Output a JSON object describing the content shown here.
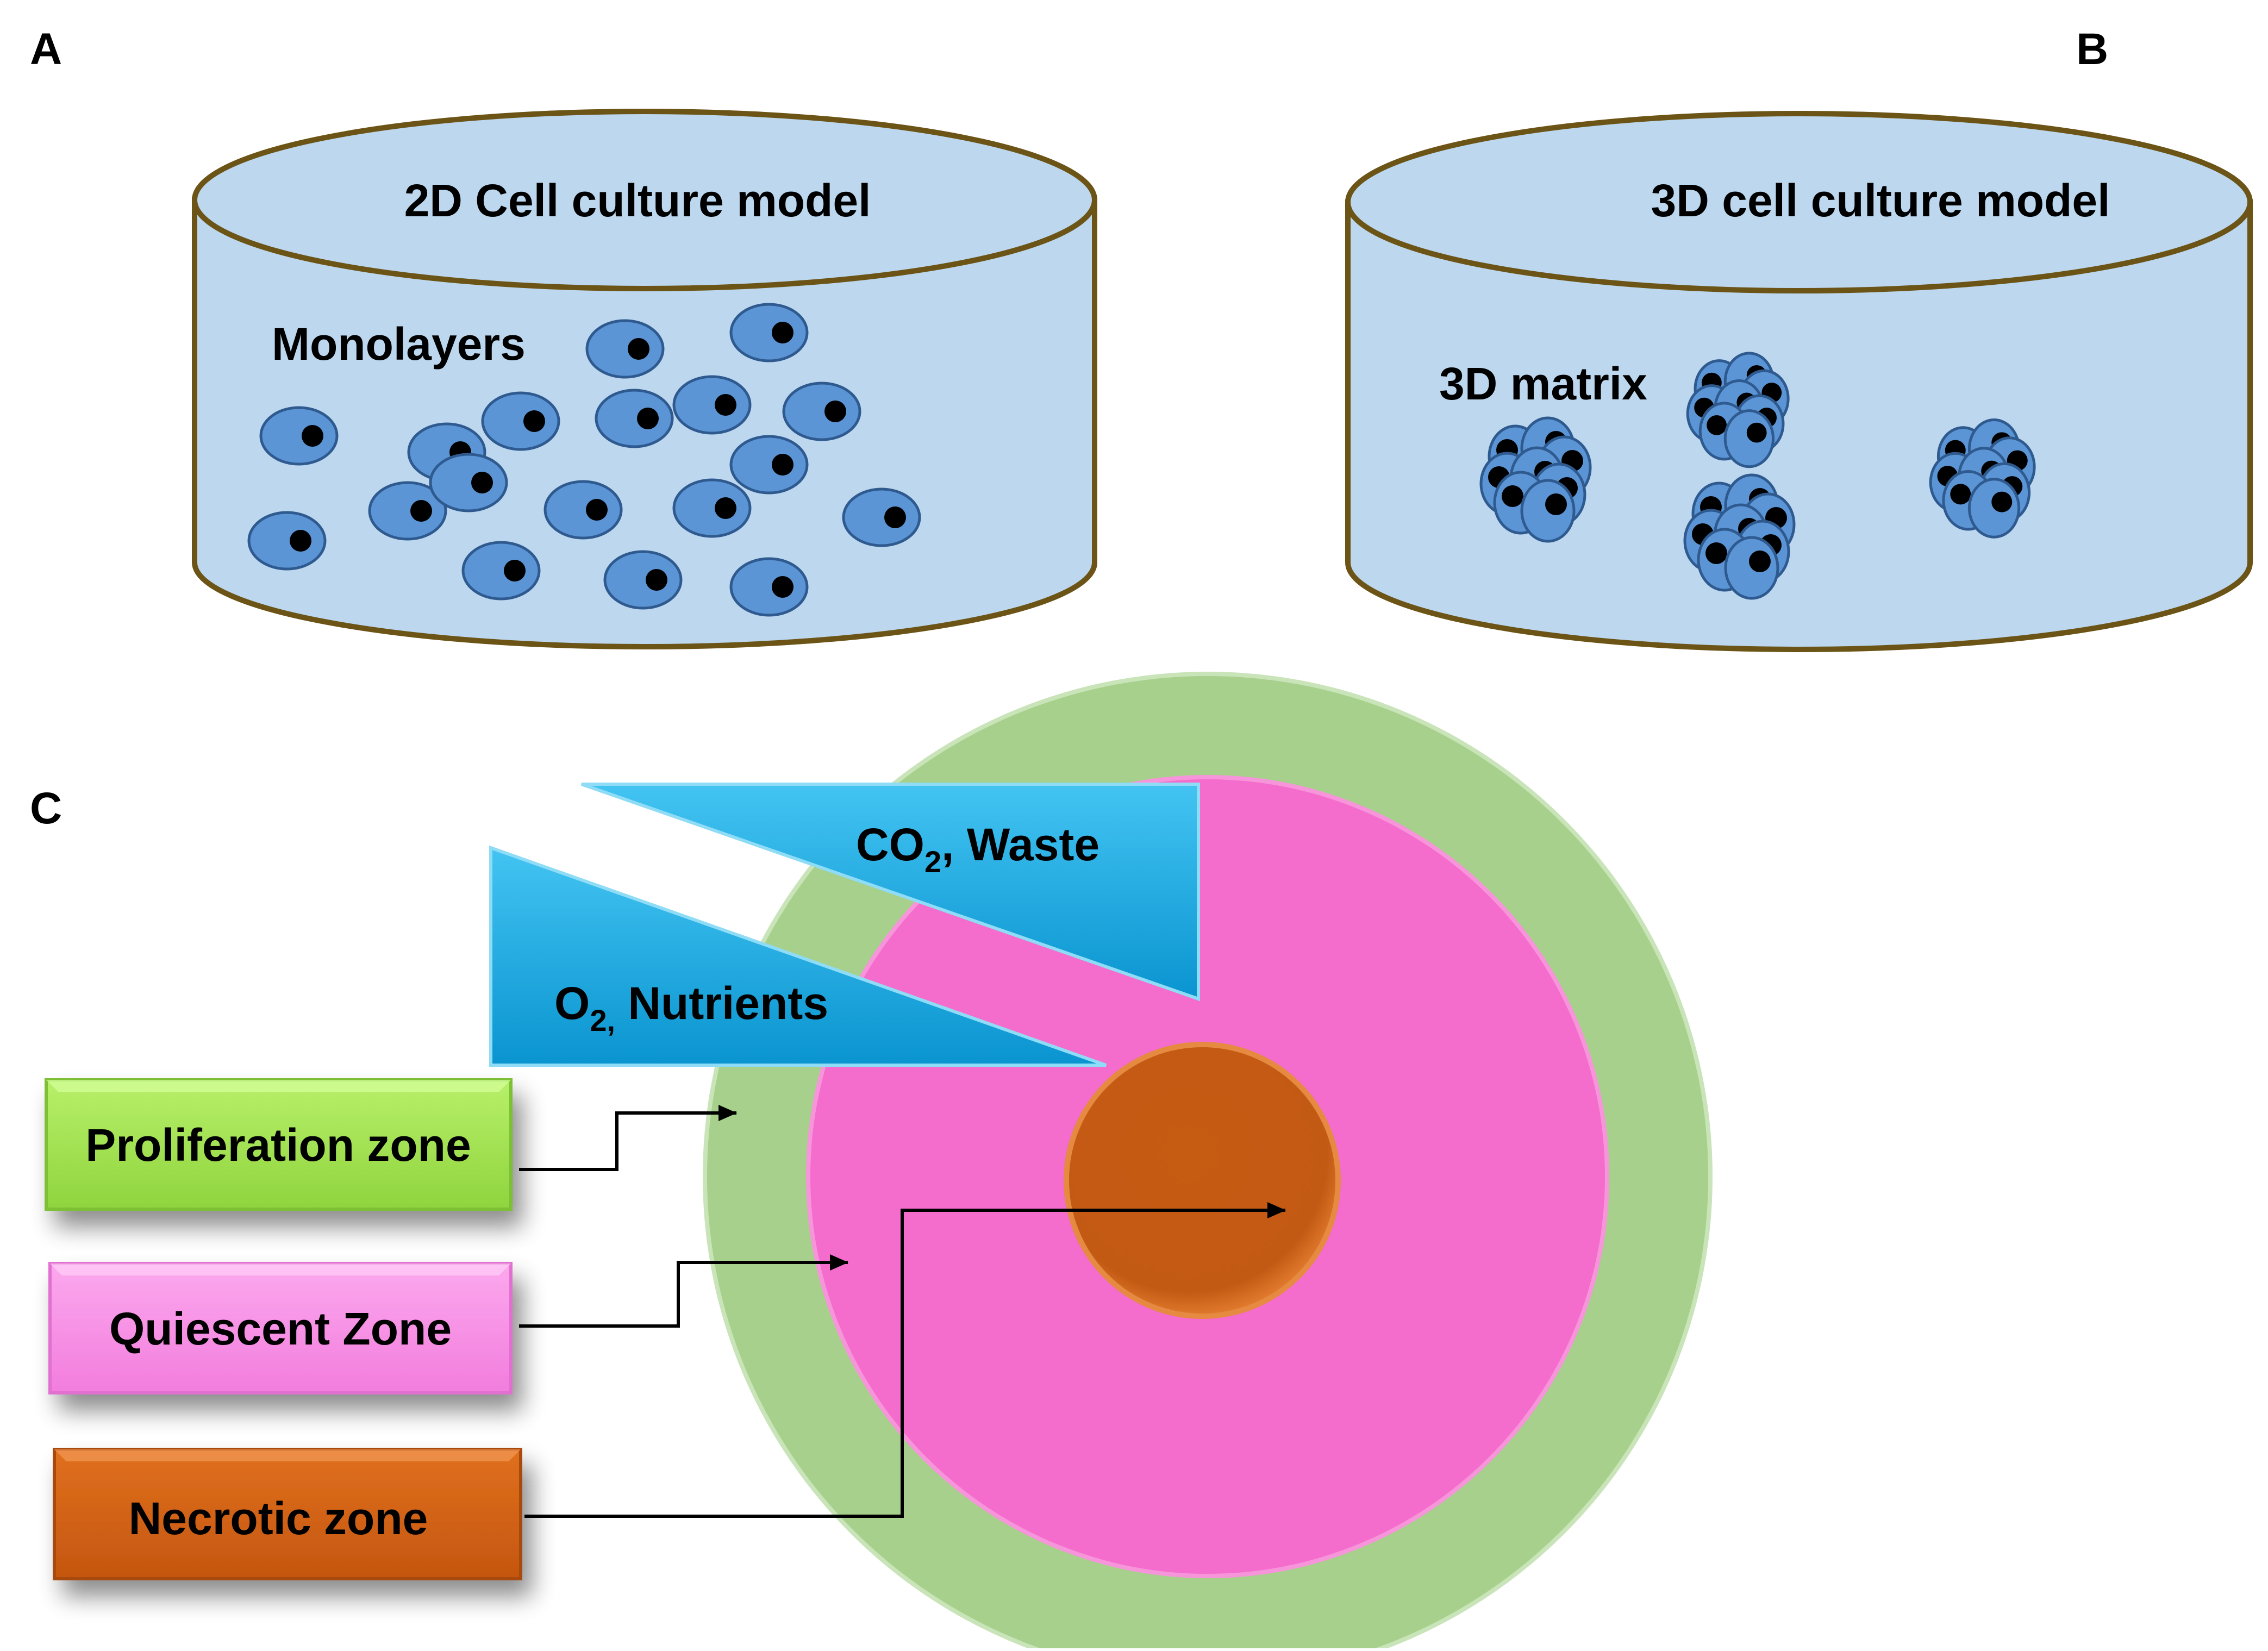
{
  "panels": {
    "a": {
      "letter": "A",
      "dish_title": "2D Cell culture model",
      "cells_label": "Monolayers"
    },
    "b": {
      "letter": "B",
      "dish_title": "3D cell culture model",
      "cells_label": "3D matrix"
    },
    "c": {
      "letter": "C"
    }
  },
  "gradients": {
    "co2": {
      "base": "CO",
      "sub": "2",
      "rest": ", Waste"
    },
    "o2": {
      "base": "O",
      "sub": "2,",
      "rest": " Nutrients"
    }
  },
  "zones": {
    "proliferation": "Proliferation zone",
    "quiescent": "Quiescent Zone",
    "necrotic": "Necrotic zone"
  },
  "colors": {
    "dish_fill": "#bcd7ee",
    "dish_stroke": "#6b5416",
    "cell_fill": "#5b95d5",
    "cell_stroke": "#2f5a8f",
    "nucleus": "#000000",
    "proliferation": "#a6d08b",
    "quiescent": "#f46ccc",
    "necrotic": "#c35b14",
    "gradient_blue": "#14a6e0",
    "label_green": "#9ee34f",
    "label_pink": "#f889e6",
    "label_orange": "#cd5f16"
  }
}
